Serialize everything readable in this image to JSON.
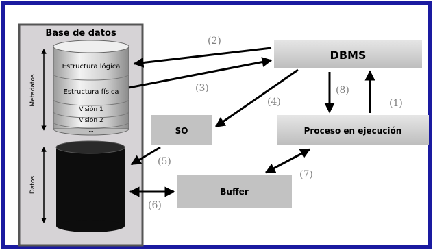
{
  "diagram": {
    "db_panel": {
      "title": "Base de datos"
    },
    "side_labels": {
      "metadata": "Metadatos",
      "data": "Datos"
    },
    "metadata_layers": [
      "Estructura lógica",
      "Estructura física",
      "Visión 1",
      "Visión 2",
      "..."
    ],
    "boxes": {
      "dbms": "DBMS",
      "so": "SO",
      "process": "Proceso en ejecución",
      "buffer": "Buffer"
    },
    "steps": [
      "(1)",
      "(2)",
      "(3)",
      "(4)",
      "(5)",
      "(6)",
      "(7)",
      "(8)"
    ],
    "colors": {
      "outer_border": "#1a1aa0",
      "panel_fill": "#d6d3d6",
      "box_fill": "#c2c2c2",
      "arrow": "#000000",
      "step_label": "#808080",
      "cylinder_dark": "#0d0d0d"
    }
  }
}
